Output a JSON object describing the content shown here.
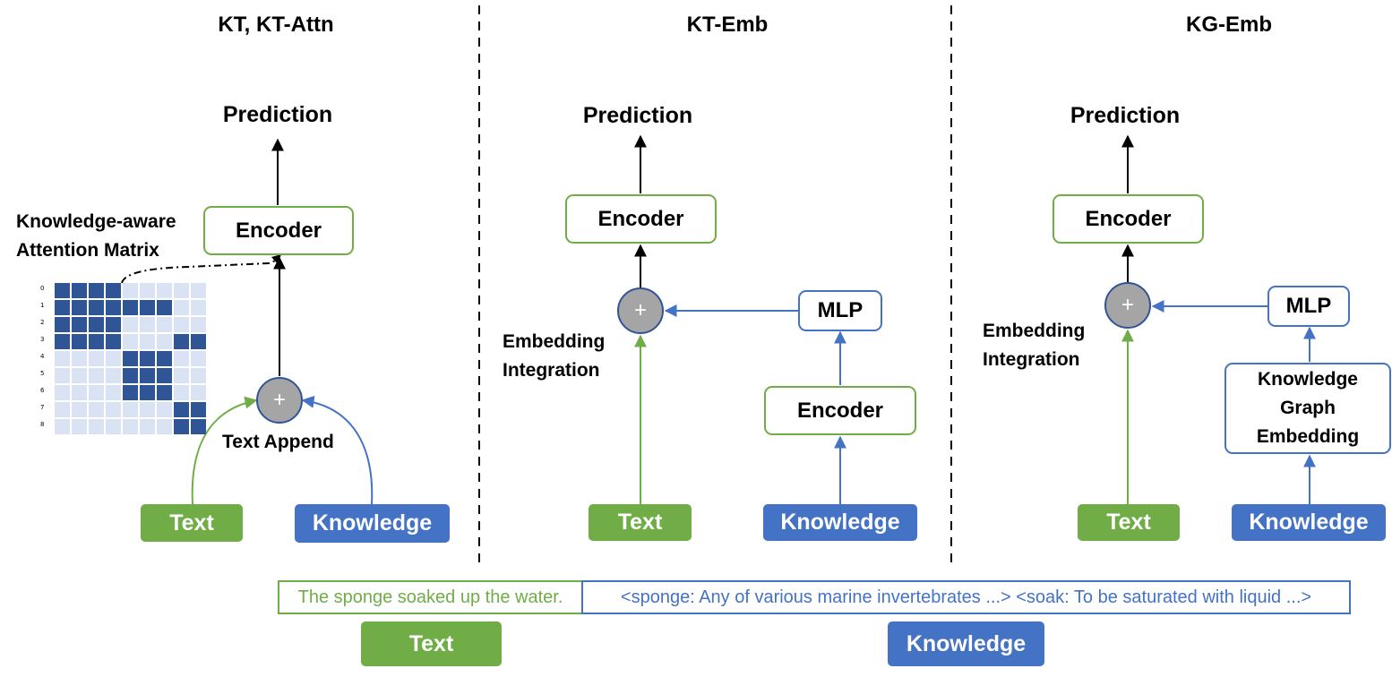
{
  "panels": {
    "kt_attn": {
      "title": "KT, KT-Attn",
      "prediction": "Prediction",
      "encoder": "Encoder",
      "matrix_label": [
        "Knowledge-aware",
        "Attention Matrix"
      ],
      "append_label": "Text Append",
      "plus": "+",
      "text_button": "Text",
      "knowledge_button": "Knowledge",
      "matrix": {
        "row_labels": [
          "0",
          "1",
          "2",
          "3",
          "4",
          "5",
          "6",
          "7",
          "8"
        ],
        "cells": [
          [
            1,
            1,
            1,
            1,
            0,
            0,
            0,
            0,
            0
          ],
          [
            1,
            1,
            1,
            1,
            1,
            1,
            1,
            0,
            0
          ],
          [
            1,
            1,
            1,
            1,
            0,
            0,
            0,
            0,
            0
          ],
          [
            1,
            1,
            1,
            1,
            0,
            0,
            0,
            1,
            1
          ],
          [
            0,
            0,
            0,
            0,
            1,
            1,
            1,
            0,
            0
          ],
          [
            0,
            0,
            0,
            0,
            1,
            1,
            1,
            0,
            0
          ],
          [
            0,
            0,
            0,
            0,
            1,
            1,
            1,
            0,
            0
          ],
          [
            0,
            0,
            0,
            0,
            0,
            0,
            0,
            1,
            1
          ],
          [
            0,
            0,
            0,
            0,
            0,
            0,
            0,
            1,
            1
          ]
        ]
      }
    },
    "kt_emb": {
      "title": "KT-Emb",
      "prediction": "Prediction",
      "encoder": "Encoder",
      "mlp": "MLP",
      "knowledge_encoder": "Encoder",
      "integration_label": [
        "Embedding",
        "Integration"
      ],
      "plus": "+",
      "text_button": "Text",
      "knowledge_button": "Knowledge"
    },
    "kg_emb": {
      "title": "KG-Emb",
      "prediction": "Prediction",
      "encoder": "Encoder",
      "mlp": "MLP",
      "kg_embedding": [
        "Knowledge",
        "Graph",
        "Embedding"
      ],
      "integration_label": [
        "Embedding",
        "Integration"
      ],
      "plus": "+",
      "text_button": "Text",
      "knowledge_button": "Knowledge"
    }
  },
  "input_example": {
    "text_segment": "The sponge soaked up the water.",
    "knowledge_segment": "<sponge: Any of various marine invertebrates ...> <soak: To be saturated with liquid ...>",
    "text_label": "Text",
    "knowledge_label": "Knowledge"
  },
  "colors": {
    "text_green": "#70ad47",
    "knowledge_blue": "#4472c4",
    "matrix_filled": "#2f5597",
    "matrix_empty": "#dae3f3",
    "plus_fill": "#a5a5a5"
  }
}
